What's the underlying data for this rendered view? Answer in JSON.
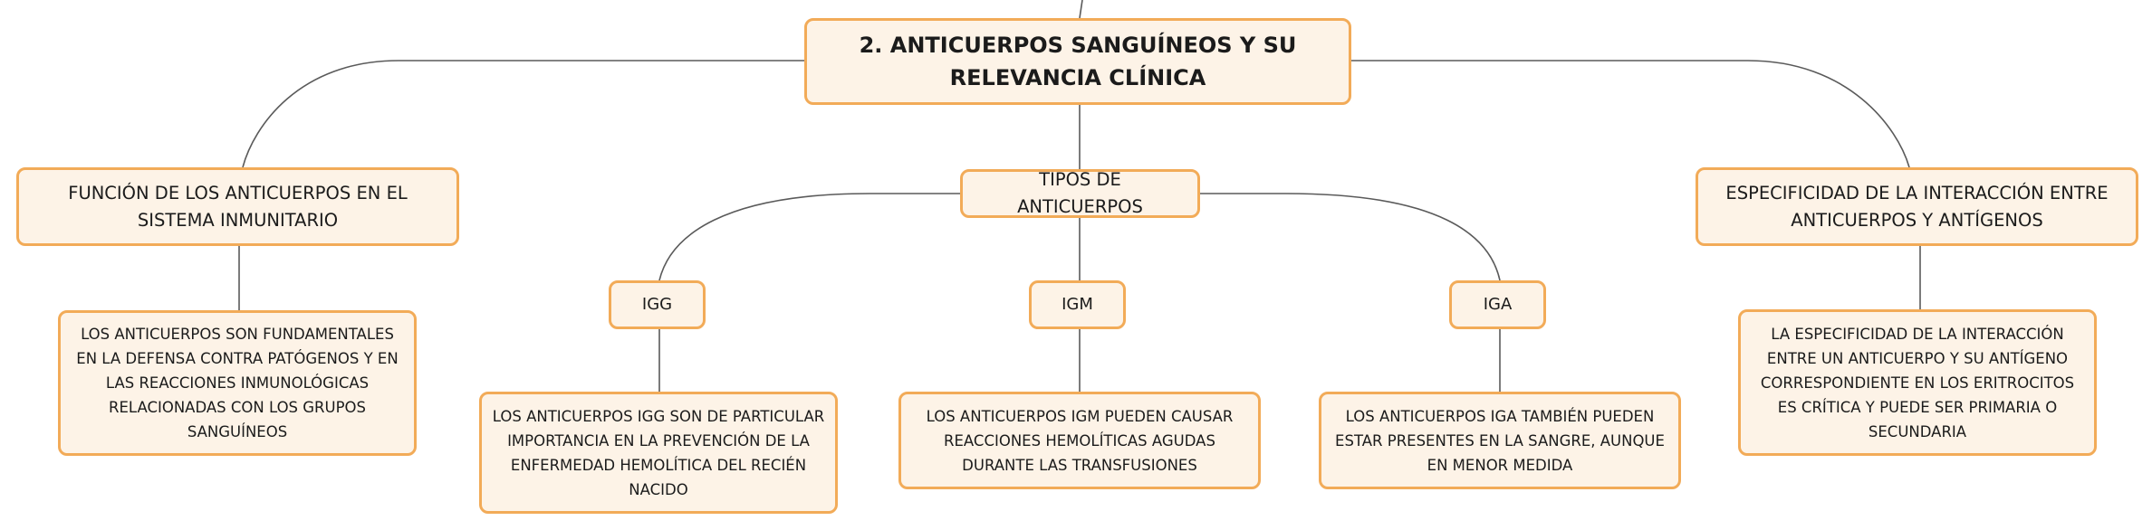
{
  "diagram": {
    "root": {
      "label": "2. ANTICUERPOS SANGUÍNEOS Y SU RELEVANCIA CLÍNICA"
    },
    "branches": {
      "funcion": {
        "label": "FUNCIÓN DE LOS ANTICUERPOS EN EL SISTEMA INMUNITARIO",
        "detail": "LOS ANTICUERPOS SON FUNDAMENTALES EN LA DEFENSA CONTRA PATÓGENOS Y EN LAS REACCIONES INMUNOLÓGICAS RELACIONADAS CON LOS GRUPOS SANGUÍNEOS"
      },
      "tipos": {
        "label": "TIPOS DE ANTICUERPOS",
        "igg": {
          "label": "IGG",
          "detail": "LOS ANTICUERPOS IGG SON DE PARTICULAR IMPORTANCIA EN LA PREVENCIÓN DE LA ENFERMEDAD HEMOLÍTICA DEL RECIÉN NACIDO"
        },
        "igm": {
          "label": "IGM",
          "detail": "LOS ANTICUERPOS IGM PUEDEN CAUSAR REACCIONES HEMOLÍTICAS AGUDAS DURANTE LAS TRANSFUSIONES"
        },
        "iga": {
          "label": "IGA",
          "detail": "LOS ANTICUERPOS IGA TAMBIÉN PUEDEN ESTAR PRESENTES EN LA SANGRE, AUNQUE EN MENOR MEDIDA"
        }
      },
      "especificidad": {
        "label": "ESPECIFICIDAD DE LA INTERACCIÓN ENTRE ANTICUERPOS Y ANTÍGENOS",
        "detail": "LA ESPECIFICIDAD DE LA INTERACCIÓN ENTRE UN ANTICUERPO Y SU ANTÍGENO CORRESPONDIENTE EN LOS ERITROCITOS ES CRÍTICA Y PUEDE SER PRIMARIA O SECUNDARIA"
      }
    }
  }
}
